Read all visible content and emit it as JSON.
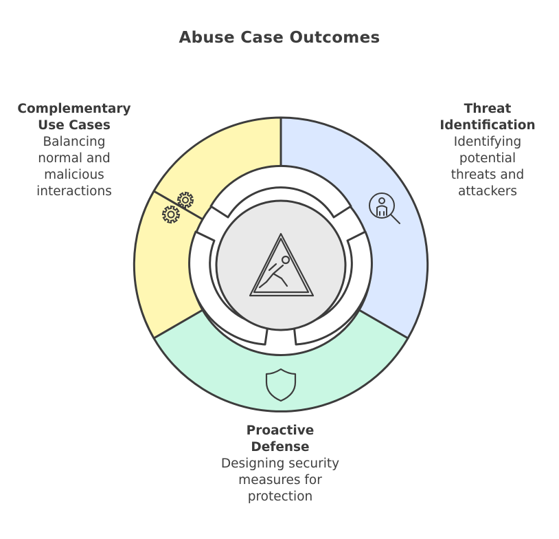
{
  "title": "Abuse Case Outcomes",
  "segments": [
    {
      "heading_lines": [
        "Complementary",
        "Use Cases"
      ],
      "description_lines": [
        "Balancing",
        "normal and",
        "malicious",
        "interactions"
      ],
      "icon": "gears-icon",
      "color": "#fff7b3"
    },
    {
      "heading_lines": [
        "Threat",
        "Identification"
      ],
      "description_lines": [
        "Identifying",
        "potential",
        "threats and",
        "attackers"
      ],
      "icon": "person-search-icon",
      "color": "#dbe8ff"
    },
    {
      "heading_lines": [
        "Proactive",
        "Defense"
      ],
      "description_lines": [
        "Designing security",
        "measures for",
        "protection"
      ],
      "icon": "shield-icon",
      "color": "#c9f7e3"
    }
  ],
  "center": {
    "icon": "warning-slip-icon",
    "color": "#e9e9e9"
  },
  "colors": {
    "stroke": "#3c3c3c",
    "background": "#ffffff"
  }
}
